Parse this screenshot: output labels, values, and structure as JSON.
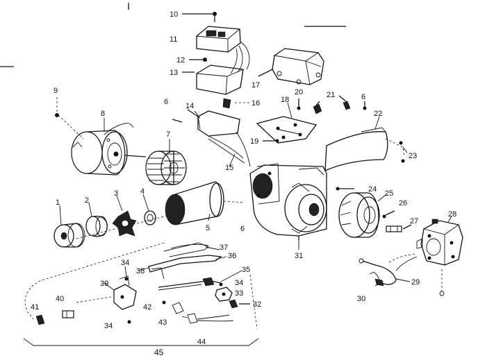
{
  "callouts": [
    {
      "id": "c1",
      "text": "1"
    },
    {
      "id": "c2",
      "text": "2"
    },
    {
      "id": "c3",
      "text": "3"
    },
    {
      "id": "c4",
      "text": "4"
    },
    {
      "id": "c5",
      "text": "5"
    },
    {
      "id": "c6a",
      "text": "6"
    },
    {
      "id": "c6b",
      "text": "6"
    },
    {
      "id": "c6c",
      "text": "6"
    },
    {
      "id": "c7",
      "text": "7"
    },
    {
      "id": "c8",
      "text": "8"
    },
    {
      "id": "c9",
      "text": "9"
    },
    {
      "id": "c10",
      "text": "10"
    },
    {
      "id": "c11",
      "text": "11"
    },
    {
      "id": "c12",
      "text": "12"
    },
    {
      "id": "c13",
      "text": "13"
    },
    {
      "id": "c14",
      "text": "14"
    },
    {
      "id": "c15",
      "text": "15"
    },
    {
      "id": "c16",
      "text": "16"
    },
    {
      "id": "c17",
      "text": "17"
    },
    {
      "id": "c18",
      "text": "18"
    },
    {
      "id": "c19",
      "text": "19"
    },
    {
      "id": "c20",
      "text": "20"
    },
    {
      "id": "c21",
      "text": "21"
    },
    {
      "id": "c22",
      "text": "22"
    },
    {
      "id": "c23",
      "text": "23"
    },
    {
      "id": "c24",
      "text": "24"
    },
    {
      "id": "c25",
      "text": "25"
    },
    {
      "id": "c26",
      "text": "26"
    },
    {
      "id": "c27",
      "text": "27"
    },
    {
      "id": "c28",
      "text": "28"
    },
    {
      "id": "c29",
      "text": "29"
    },
    {
      "id": "c30",
      "text": "30"
    },
    {
      "id": "c31",
      "text": "31"
    },
    {
      "id": "c32",
      "text": "32"
    },
    {
      "id": "c33",
      "text": "33"
    },
    {
      "id": "c34a",
      "text": "34"
    },
    {
      "id": "c34b",
      "text": "34"
    },
    {
      "id": "c34c",
      "text": "34"
    },
    {
      "id": "c35",
      "text": "35"
    },
    {
      "id": "c36",
      "text": "36"
    },
    {
      "id": "c37",
      "text": "37"
    },
    {
      "id": "c38",
      "text": "38"
    },
    {
      "id": "c39",
      "text": "39"
    },
    {
      "id": "c40",
      "text": "40"
    },
    {
      "id": "c41",
      "text": "41"
    },
    {
      "id": "c42",
      "text": "42"
    },
    {
      "id": "c43",
      "text": "43"
    },
    {
      "id": "c44",
      "text": "44"
    },
    {
      "id": "c45",
      "text": "45"
    }
  ]
}
